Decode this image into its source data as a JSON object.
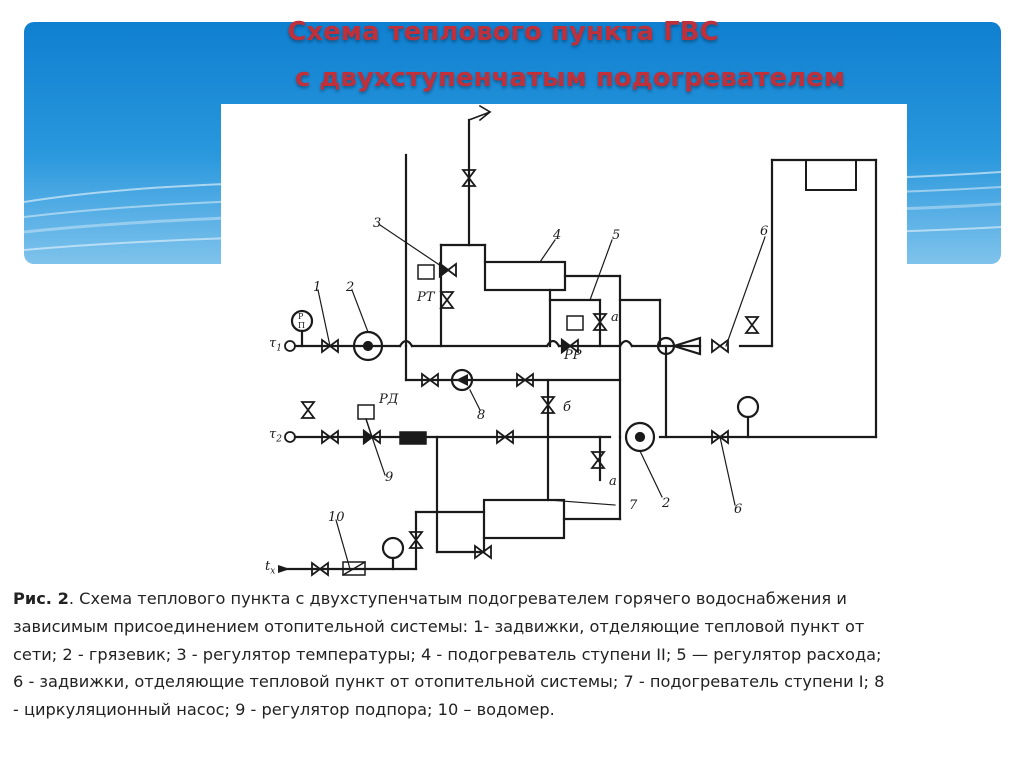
{
  "colors": {
    "banner": "#1a8ad6",
    "title": "#c0303a",
    "ink": "#1a1a1a"
  },
  "slide": {
    "title_line1": "Схема теплового пункта ГВС",
    "title_line2": "с двухступенчатым подогревателем"
  },
  "diagram": {
    "labels": {
      "n1": "1",
      "n2a": "2",
      "n2b": "2",
      "n3": "3",
      "n4": "4",
      "n5": "5",
      "n6a": "6",
      "n6b": "6",
      "n7": "7",
      "n8": "8",
      "n9": "9",
      "n10": "10",
      "rt": "РТ",
      "rr": "РР",
      "rd": "РД",
      "a1": "а",
      "a2": "а",
      "b": "б",
      "t1": "τ",
      "t1sub": "1",
      "t2": "τ",
      "t2sub": "2",
      "tx": "t",
      "txsub": "x",
      "p": "P",
      "pi": "П"
    }
  },
  "caption": {
    "prefix": "Рис. 2",
    "text": ". Схема теплового пункта с двухступенчатым подогревателем горячего водоснабжения и зависимым присоединением отопительной системы: 1- задвижки, отделяющие тепловой пункт от сети; 2 - грязевик; 3 - регулятор температуры; 4 - подогреватель ступени II; 5 — регулятор расхода; 6 - задвижки, отделяющие тепловой пункт от отопительной системы; 7 - подогреватель ступени I; 8 - циркуляционный насос; 9 - регулятор подпора; 10 – водомер."
  }
}
